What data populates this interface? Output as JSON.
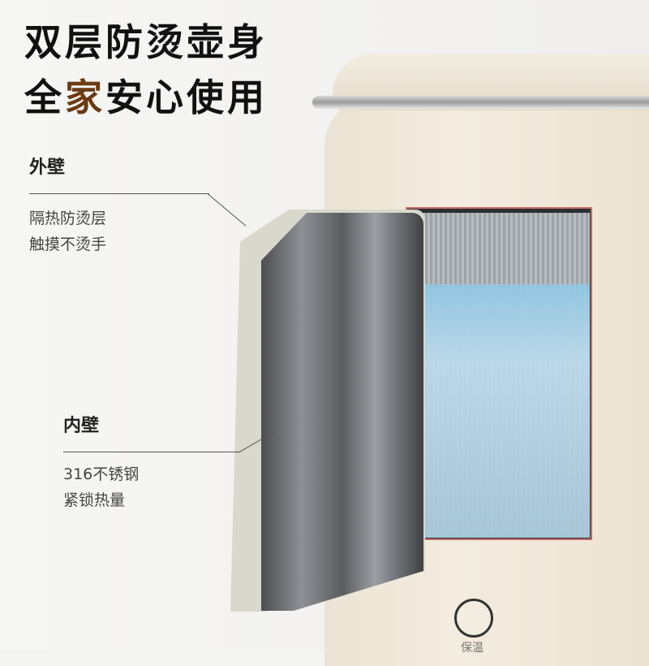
{
  "headline": {
    "line1": "双层防烫壶身",
    "line2_a": "全",
    "line2_accent": "家",
    "line2_b": "安心使用"
  },
  "colors": {
    "accent": "#6b3b14",
    "text": "#111111"
  },
  "outer_wall": {
    "title": "外壁",
    "desc1": "隔热防烫层",
    "desc2": "触摸不烫手"
  },
  "inner_wall": {
    "title": "内壁",
    "desc1": "316不锈钢",
    "desc2": "紧锁热量"
  },
  "kettle": {
    "button_label": "保温"
  }
}
